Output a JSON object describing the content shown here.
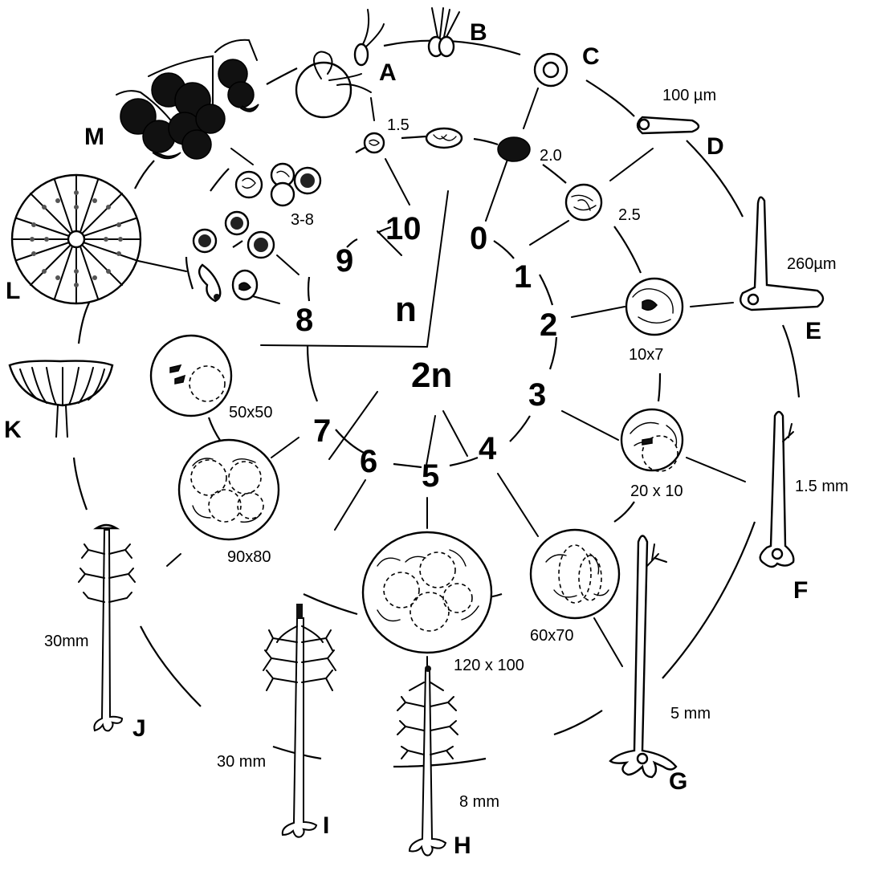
{
  "cycle_labels": {
    "A": "A",
    "B": "B",
    "C": "C",
    "D": "D",
    "E": "E",
    "F": "F",
    "G": "G",
    "H": "H",
    "I": "I",
    "J": "J",
    "K": "K",
    "L": "L",
    "M": "M"
  },
  "sizes": {
    "D": "100 µm",
    "E": "260µm",
    "F": "1.5 mm",
    "G": "5 mm",
    "H": "8 mm",
    "I": "30 mm",
    "J": "30mm"
  },
  "nuclear_sizes": {
    "n_1_5": "1.5",
    "n_2_0": "2.0",
    "n_2_5": "2.5",
    "n_3_8": "3-8",
    "n_10x7": "10x7",
    "n_20x10": "20 x 10",
    "n_60x70": "60x70",
    "n_120x100": "120 x 100",
    "n_90x80": "90x80",
    "n_50x50": "50x50"
  },
  "stages": {
    "s0": "0",
    "s1": "1",
    "s2": "2",
    "s3": "3",
    "s4": "4",
    "s5": "5",
    "s6": "6",
    "s7": "7",
    "s8": "8",
    "s9": "9",
    "s10": "10"
  },
  "ploidy": {
    "haploid": "n",
    "diploid": "2n"
  }
}
